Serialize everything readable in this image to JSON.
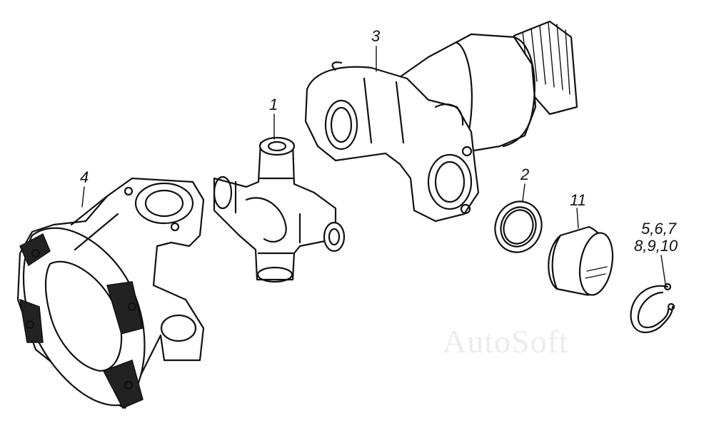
{
  "callouts": {
    "cross": "1",
    "seal": "2",
    "flange_yoke": "3",
    "yoke": "4",
    "rings_line1": "5,6,7",
    "rings_line2": "8,9,10",
    "bearing": "11"
  },
  "watermark": "AutoSoft"
}
